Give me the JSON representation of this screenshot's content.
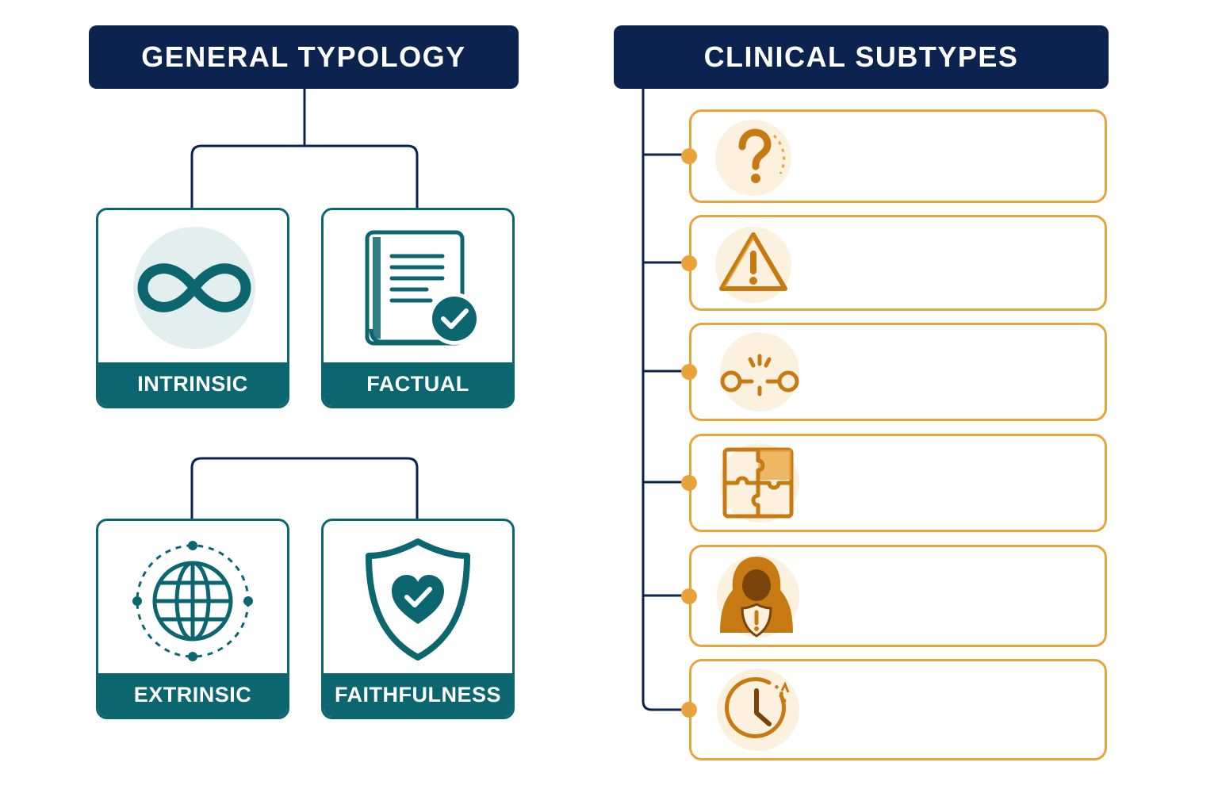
{
  "left_panel": {
    "title": "GENERAL TYPOLOGY",
    "cards": [
      {
        "label": "INTRINSIC",
        "icon": "infinity-icon"
      },
      {
        "label": "FACTUAL",
        "icon": "document-check-icon"
      },
      {
        "label": "EXTRINSIC",
        "icon": "globe-icon"
      },
      {
        "label": "FAITHFULNESS",
        "icon": "shield-heart-icon"
      }
    ]
  },
  "right_panel": {
    "title": "CLINICAL SUBTYPES",
    "items": [
      {
        "icon": "question-mark-icon",
        "text": ""
      },
      {
        "icon": "warning-triangle-icon",
        "text": ""
      },
      {
        "icon": "broken-link-icon",
        "text": ""
      },
      {
        "icon": "puzzle-icon",
        "text": ""
      },
      {
        "icon": "hooded-figure-shield-icon",
        "text": ""
      },
      {
        "icon": "clock-icon",
        "text": ""
      }
    ]
  },
  "colors": {
    "navy": "#0c2350",
    "teal": "#0b6670",
    "orange": "#e8a33b",
    "orange_light": "#fcf1df"
  }
}
